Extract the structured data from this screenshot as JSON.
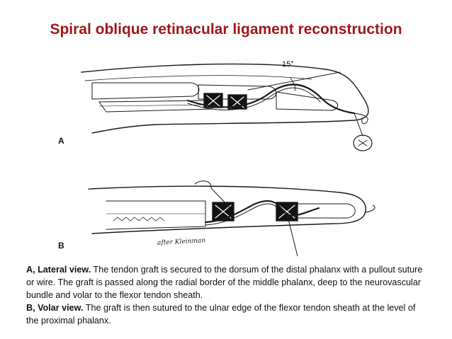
{
  "title": "Spiral oblique retinacular ligament reconstruction",
  "figure": {
    "label_a": "A",
    "label_b": "B",
    "angle": "15°",
    "signature": "after Kleinman"
  },
  "caption": {
    "a_head": "A, Lateral view.",
    "a_text": " The tendon graft is secured to the dorsum of the distal phalanx with a pullout suture or wire. The graft is passed along the radial border of the middle phalanx, deep to the neurovascular bundle and volar to the flexor tendon sheath.",
    "b_head": "B, Volar view.",
    "b_text": " The graft is then sutured to the ulnar edge of the flexor tendon sheath at the level of the proximal phalanx."
  }
}
